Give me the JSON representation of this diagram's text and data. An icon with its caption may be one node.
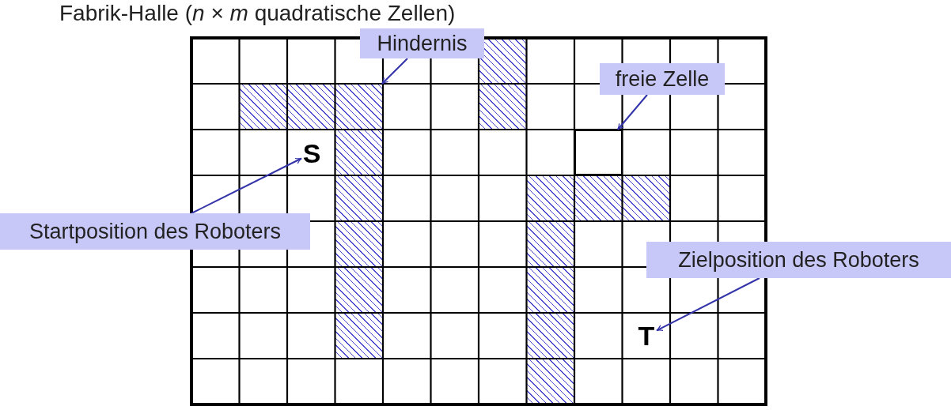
{
  "diagram": {
    "title": "Fabrik-Halle (*n* × *m* quadratische Zellen)",
    "nodes": [
      {
        "text": [
          "Hindernis"
        ]
      },
      {
        "text": [],
        "shape": "box"
      },
      {
        "text": [
          "freie Zelle"
        ]
      },
      {
        "text": [],
        "shape": "box"
      },
      {
        "text": [
          "S"
        ]
      },
      {
        "text": [
          "Startposition des Roboters"
        ]
      },
      {
        "text": [
          "T"
        ]
      },
      {
        "text": [
          "Zielposition des Roboters"
        ]
      }
    ],
    "edges": [
      {
        "from": 0,
        "to": 1,
        "arrow": "to"
      },
      {
        "from": 2,
        "to": 3,
        "arrow": "to"
      },
      {
        "from": 5,
        "to": 4,
        "arrow": "to"
      },
      {
        "from": 7,
        "to": 6,
        "arrow": "to"
      }
    ]
  }
}
